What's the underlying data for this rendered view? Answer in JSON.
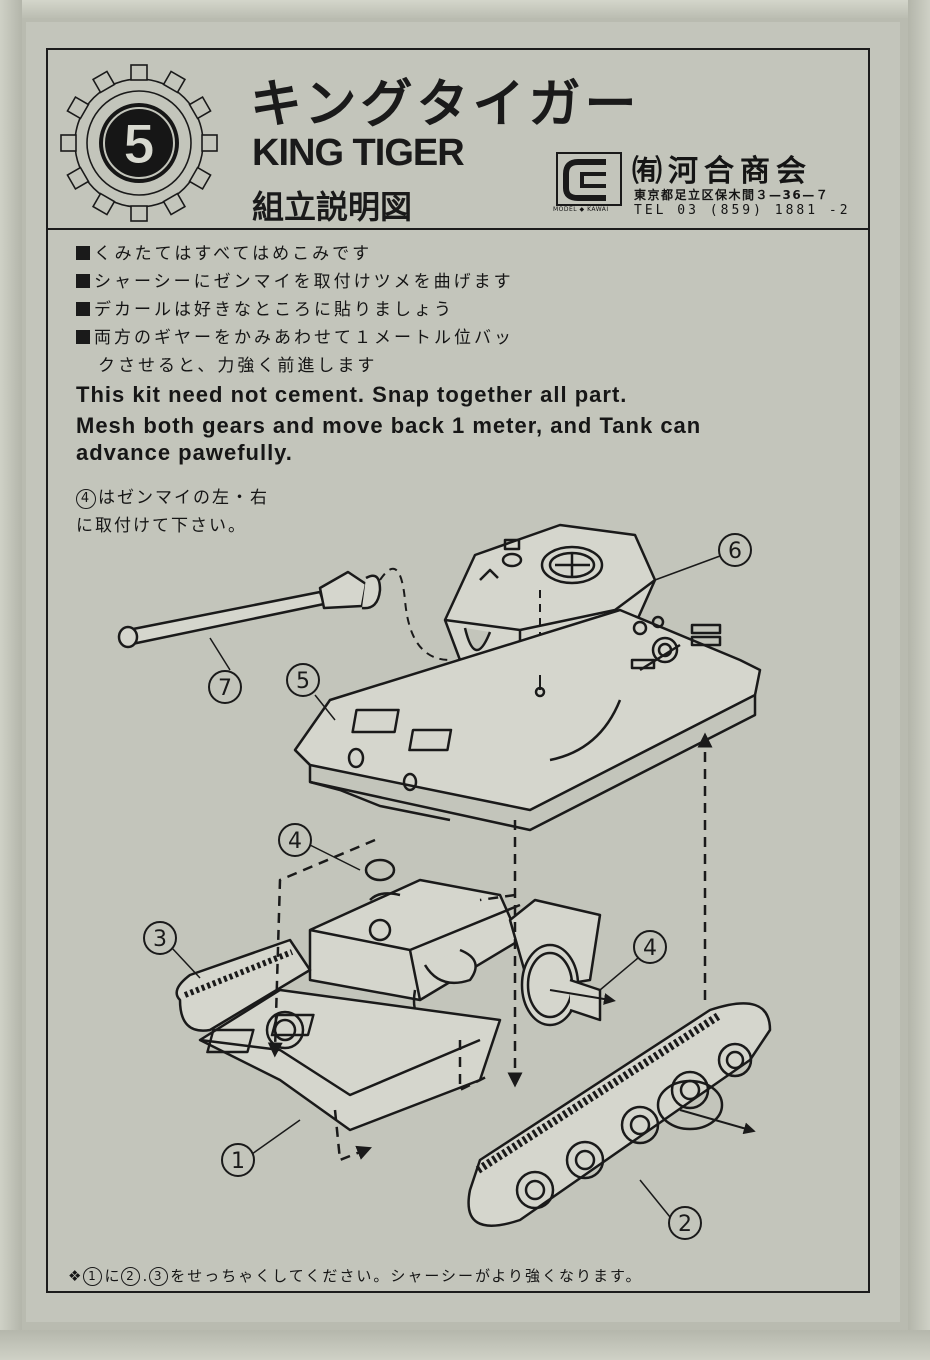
{
  "header": {
    "badge_number": "5",
    "title_jp": "キングタイガー",
    "title_en": "KING TIGER",
    "subtitle_jp": "組立説明図"
  },
  "maker": {
    "logo_caption": "MODEL ◆ KAWAI",
    "company_name": "㈲河合商会",
    "address": "東京都足立区保木間３—36—７",
    "tel": "TEL 03 (859) 1881 -2"
  },
  "instructions_jp": [
    "くみたてはすべてはめこみです",
    "シャーシーにゼンマイを取付けツメを曲げます",
    "デカールは好きなところに貼りましょう",
    "両方のギヤーをかみあわせて１メートル位バッ"
  ],
  "instructions_jp_continuation": "クさせると、力強く前進します",
  "instructions_en": [
    "This kit need not cement.  Snap together all part.",
    "Mesh both gears and move back 1 meter, and Tank can",
    "advance pawefully."
  ],
  "note_jp": {
    "ref": "4",
    "line1": "はゼンマイの左・右",
    "line2": "に取付けて下さい。"
  },
  "diagram": {
    "labels": {
      "p1": "1",
      "p2": "2",
      "p3": "3",
      "p4a": "4",
      "p4b": "4",
      "p5": "5",
      "p6": "6",
      "p7": "7"
    }
  },
  "footer": {
    "prefix": "❖",
    "ref1": "1",
    "connector": "に",
    "ref2": "2",
    "sep": ".",
    "ref3": "3",
    "text": "をせっちゃくしてください。シャーシーがより強くなります。"
  }
}
